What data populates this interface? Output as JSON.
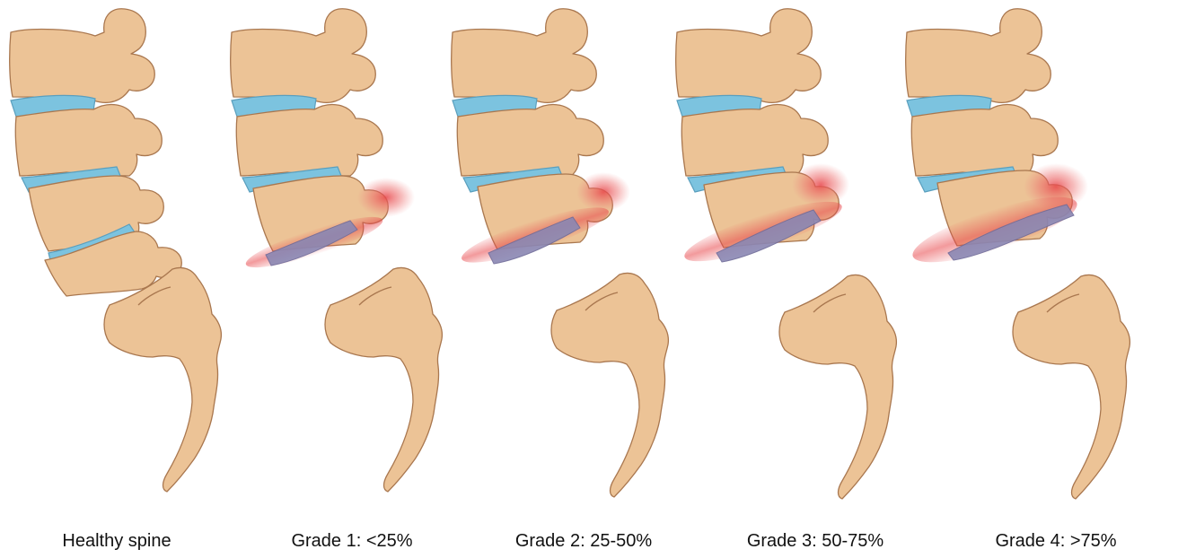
{
  "figure": {
    "panels": [
      {
        "caption": "Healthy spine",
        "grade": 0
      },
      {
        "caption": "Grade 1: <25%",
        "grade": 1
      },
      {
        "caption": "Grade 2: 25-50%",
        "grade": 2
      },
      {
        "caption": "Grade 3: 50-75%",
        "grade": 3
      },
      {
        "caption": "Grade 4: >75%",
        "grade": 4
      }
    ],
    "colors": {
      "bone": "#ecc396",
      "bone_outline": "#a9774f",
      "disc": "#7cc3df",
      "collapsed_disc": "#8a87b3",
      "inflammation": "#e8474b"
    }
  }
}
